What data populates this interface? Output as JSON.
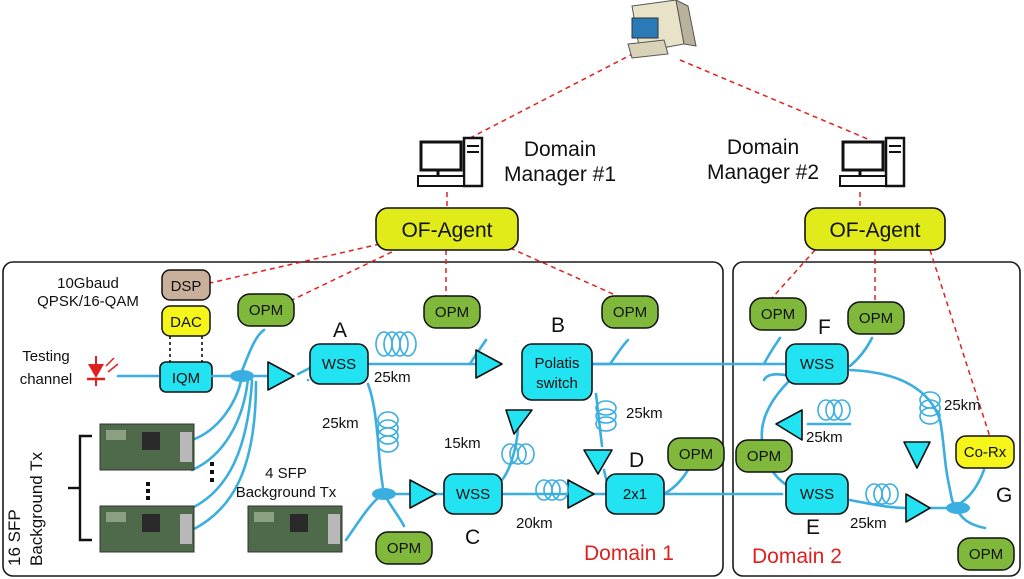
{
  "managers": {
    "dm1": {
      "line1": "Domain",
      "line2": "Manager #1"
    },
    "dm2": {
      "line1": "Domain",
      "line2": "Manager #2"
    }
  },
  "agents": {
    "agent1": "OF-Agent",
    "agent2": "OF-Agent"
  },
  "domains": {
    "d1": "Domain 1",
    "d2": "Domain 2"
  },
  "transmitter": {
    "format_line1": "10Gbaud",
    "format_line2": "QPSK/16-QAM",
    "dsp": "DSP",
    "dac": "DAC",
    "iqm": "IQM",
    "testing_line1": "Testing",
    "testing_line2": "channel",
    "background_line1": "16 SFP",
    "background_line2": "Background Tx",
    "sfp4_line1": "4 SFP",
    "sfp4_line2": "Background Tx"
  },
  "nodes": {
    "A": "A",
    "B": "B",
    "C": "C",
    "D": "D",
    "E": "E",
    "F": "F",
    "G": "G"
  },
  "devices": {
    "wssA": "WSS",
    "wssC": "WSS",
    "wssE": "WSS",
    "wssF": "WSS",
    "polatis_line1": "Polatis",
    "polatis_line2": "switch",
    "coupler": "2x1",
    "corx": "Co-Rx",
    "opm": "OPM"
  },
  "spans": {
    "s1": "25km",
    "s2": "25km",
    "s3": "25km",
    "s4": "15km",
    "s5": "20km",
    "s6": "25km",
    "s7": "25km",
    "s8": "25km"
  },
  "colors": {
    "fiber": "#3aaee0",
    "control": "#e02020",
    "device": "#22e3f2",
    "opm": "#7fb83a",
    "agent": "#e1eb1a",
    "dsp": "#c8b09a",
    "dac": "#f5f51a"
  },
  "icons": [
    "server-computer-icon",
    "workstation-icon",
    "laser-diode-icon",
    "fpga-board-icon",
    "fiber-coil-icon",
    "amplifier-icon"
  ]
}
